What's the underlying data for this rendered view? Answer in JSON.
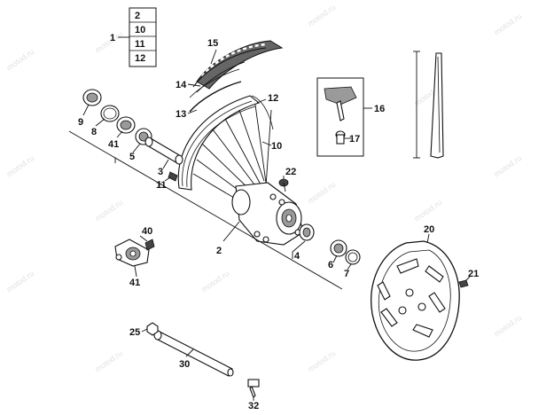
{
  "watermark": "motod.ru",
  "callouts": {
    "kit": "1",
    "kit_items": [
      "2",
      "10",
      "11",
      "12"
    ],
    "c2": "2",
    "c3": "3",
    "c4": "4",
    "c5": "5",
    "c6": "6",
    "c7": "7",
    "c8": "8",
    "c9": "9",
    "c10": "10",
    "c11": "11",
    "c12": "12",
    "c13": "13",
    "c14": "14",
    "c15": "15",
    "c16": "16",
    "c17": "17",
    "c20": "20",
    "c21": "21",
    "c22": "22",
    "c25": "25",
    "c30": "30",
    "c32": "32",
    "c40": "40",
    "c41a": "41",
    "c41b": "41"
  }
}
